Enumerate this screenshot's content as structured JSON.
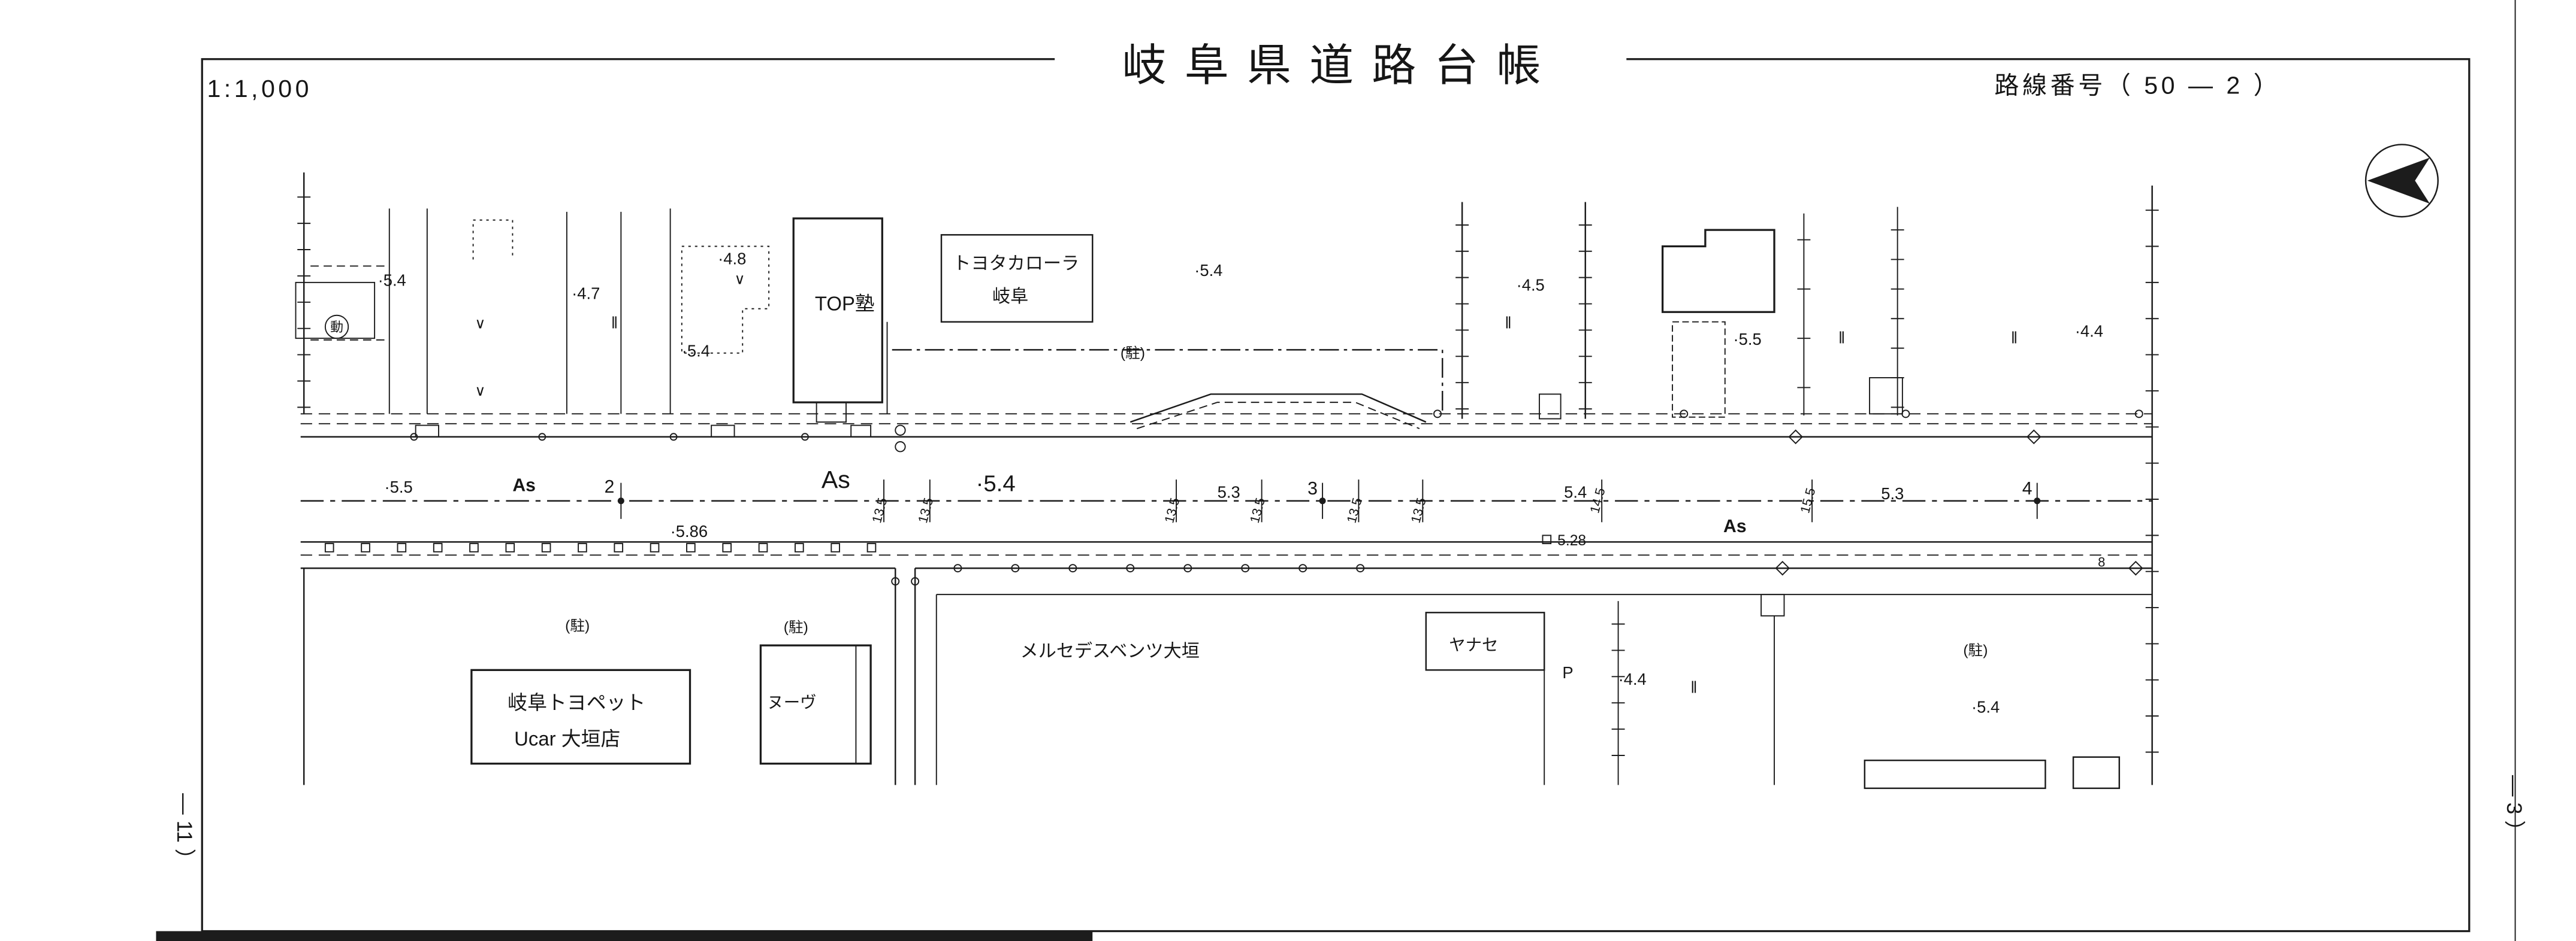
{
  "sheet": {
    "scale_label": "1:1,000",
    "title": "岐阜県道路台帳",
    "route_label": "路線番号（ 50 ― 2 ）",
    "margin_note_left": "― 11 ）",
    "margin_note_right": "― 3 ）"
  },
  "map": {
    "businesses": {
      "juku": "TOP塾",
      "toyota_corolla_line1": "トヨタカローラ",
      "toyota_corolla_line2": "岐阜",
      "toyopet_line1": "岐阜トヨペット",
      "toyopet_line2": "Ucar 大垣店",
      "nuve": "ヌーヴ",
      "mercedes": "メルセデスベンツ大垣",
      "yanase": "ヤナセ"
    },
    "parking_letter": "P",
    "surface_labels": [
      "As",
      "As",
      "As"
    ],
    "station_numbers": [
      "2",
      "3",
      "4"
    ],
    "width_values": [
      "·5.5",
      "·5.4",
      "5.3",
      "5.4",
      "5.3"
    ],
    "offset_values": [
      "·5.86",
      "5.28"
    ],
    "tick_dimensions": [
      "13.5",
      "13.5",
      "13.5",
      "13.5",
      "13.5",
      "13.5",
      "14.5",
      "15.5"
    ],
    "spot_heights_top": [
      "·5.4",
      "·4.7",
      "·4.8",
      "·5.4",
      "·5.4",
      "·4.5",
      "·5.5",
      "·4.4"
    ],
    "spot_heights_bottom": [
      "·4.4",
      "·5.4"
    ],
    "parking_marks": [
      "(駐)",
      "(駐)",
      "(駐)",
      "(駐)"
    ],
    "parallel_marks": [
      "‖",
      "‖",
      "‖",
      "‖",
      "‖"
    ],
    "v_marks": [
      "∨",
      "∨",
      "∨"
    ],
    "circled_kanji": "動",
    "small_mark": "8"
  }
}
